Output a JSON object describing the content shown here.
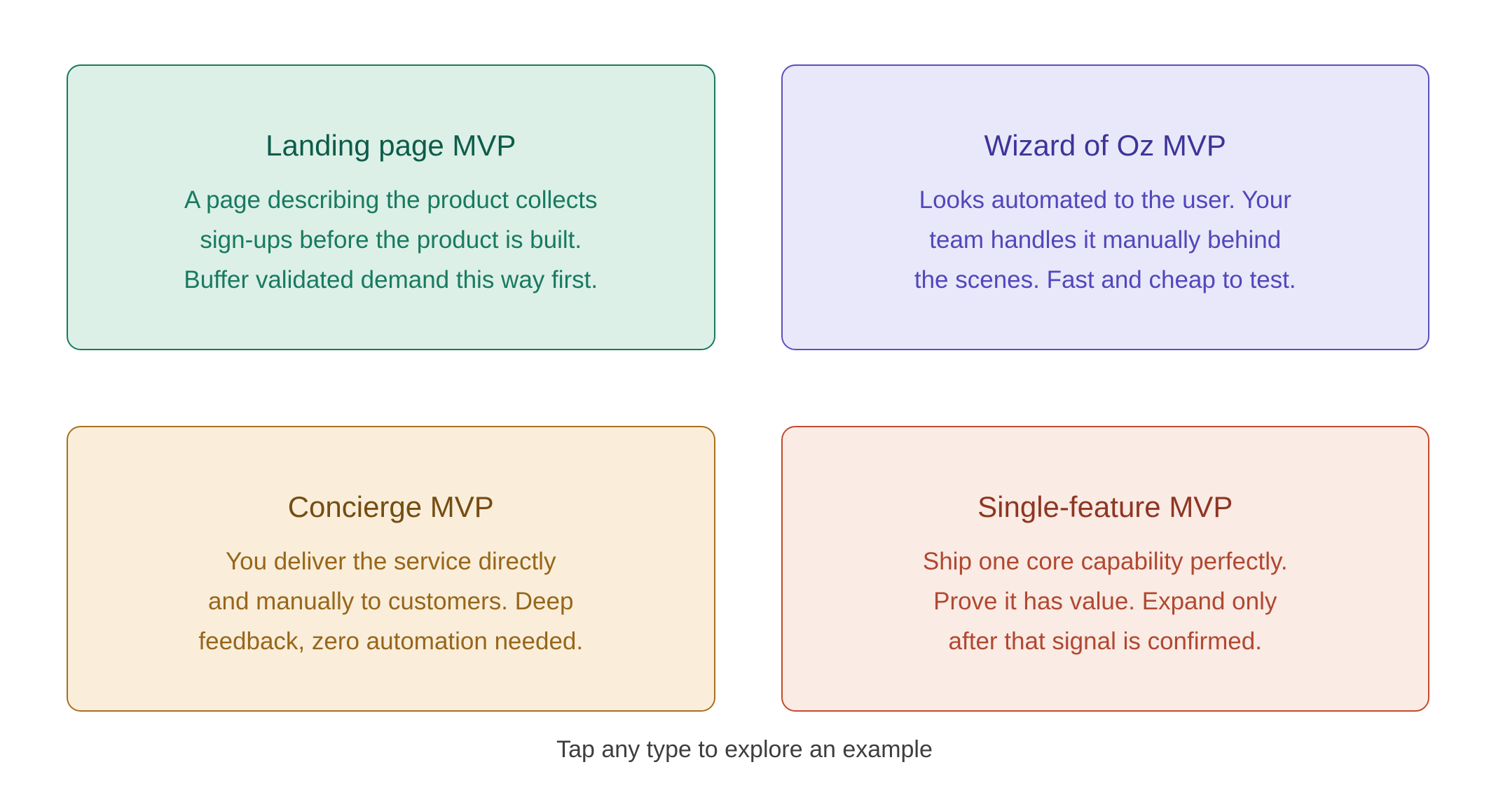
{
  "page": {
    "footer_hint": "Tap any type to explore an example"
  },
  "cards": [
    {
      "id": "landing-page-mvp",
      "title": "Landing page MVP",
      "body": "A page describing the product collects\nsign-ups before the product is built.\nBuffer validated demand this way first.",
      "colors": {
        "background": "#dcf0e7",
        "border": "#177a5b",
        "title": "#0d5c49",
        "body": "#187a60"
      }
    },
    {
      "id": "wizard-of-oz-mvp",
      "title": "Wizard of Oz MVP",
      "body": "Looks automated to the user. Your\nteam handles it manually behind\nthe scenes. Fast and cheap to test.",
      "colors": {
        "background": "#e9e8fa",
        "border": "#5b50bd",
        "title": "#3d3499",
        "body": "#5247bb"
      }
    },
    {
      "id": "concierge-mvp",
      "title": "Concierge MVP",
      "body": "You deliver the service directly\nand manually to customers. Deep\nfeedback, zero automation needed.",
      "colors": {
        "background": "#faeeda",
        "border": "#a9701e",
        "title": "#744d12",
        "body": "#97661b"
      }
    },
    {
      "id": "single-feature-mvp",
      "title": "Single-feature MVP",
      "body": "Ship one core capability perfectly.\nProve it has value. Expand only\nafter that signal is confirmed.",
      "colors": {
        "background": "#faebe4",
        "border": "#c14b2e",
        "title": "#8e3622",
        "body": "#b14831"
      }
    }
  ]
}
